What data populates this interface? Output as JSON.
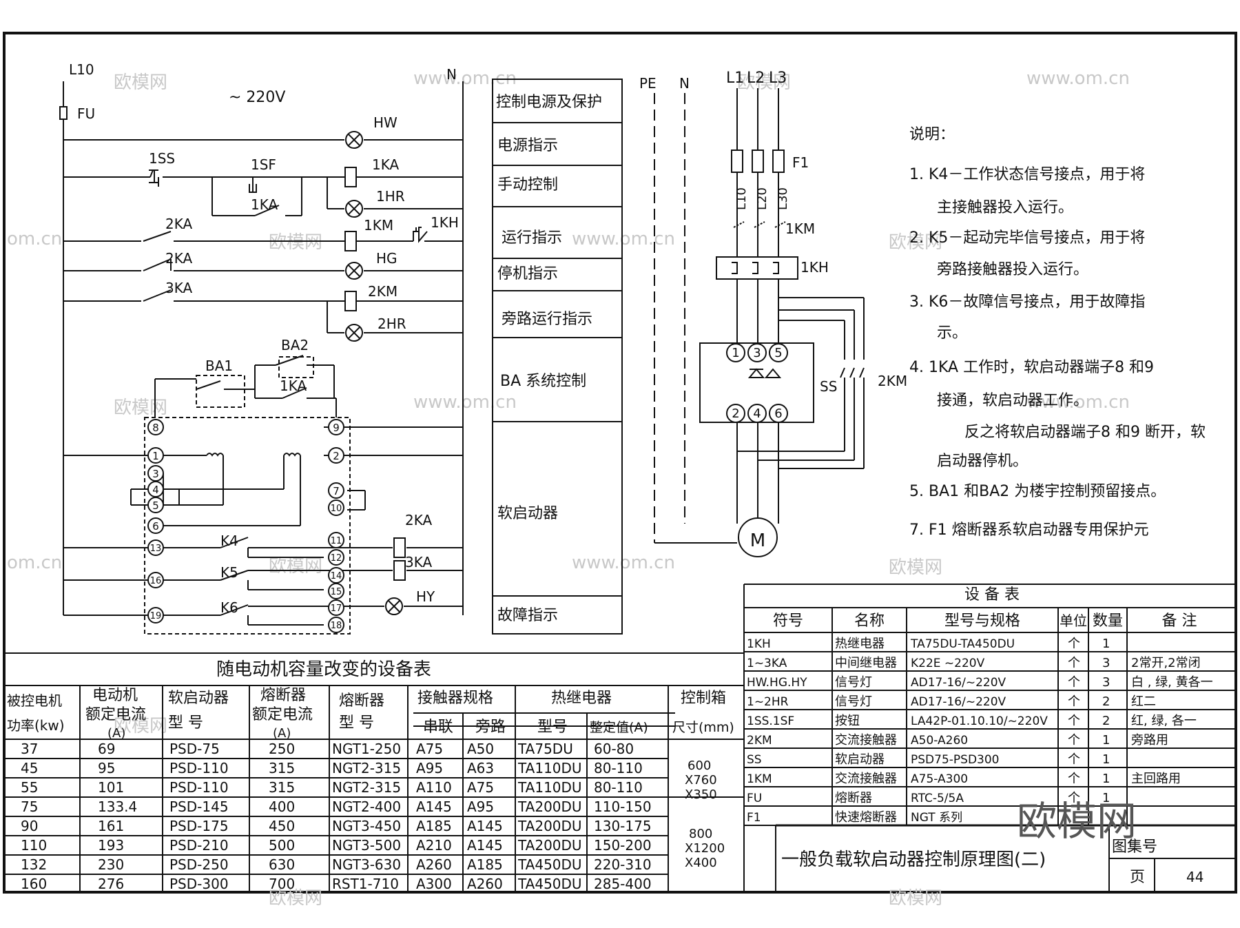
{
  "watermark": {
    "logo_text": "欧模网",
    "url_text": "www.om.cn",
    "corner_text": "om.cn"
  },
  "circuit": {
    "labels": {
      "L10": "L10",
      "N": "N",
      "FU": "FU",
      "voltage": "~ 220V",
      "HW": "HW",
      "1SS": "1SS",
      "1SF": "1SF",
      "1KA_coil": "1KA",
      "1KA_contact": "1KA",
      "1HR": "1HR",
      "2KA_1": "2KA",
      "1KM": "1KM",
      "1KH": "1KH",
      "2KA_2": "2KA",
      "HG": "HG",
      "3KA": "3KA",
      "2KM": "2KM",
      "2HR": "2HR",
      "BA1": "BA1",
      "BA2": "BA2",
      "1KA_ba": "1KA",
      "K4": "K4",
      "K5": "K5",
      "K6": "K6",
      "2KA_coil": "2KA",
      "3KA_coil": "3KA",
      "HY": "HY"
    },
    "terminals_left": [
      "8",
      "1",
      "3",
      "4",
      "5",
      "6",
      "13",
      "16",
      "19"
    ],
    "terminals_right": [
      "9",
      "2",
      "7",
      "10",
      "11",
      "12",
      "14",
      "15",
      "17",
      "18"
    ]
  },
  "function_column": {
    "items": [
      "控制电源及保护",
      "电源指示",
      "手动控制",
      "运行指示",
      "停机指示",
      "旁路运行指示",
      "BA 系统控制",
      "软启动器",
      "故障指示"
    ]
  },
  "main_circuit": {
    "labels": {
      "PE": "PE",
      "N": "N",
      "L1": "L1",
      "L2": "L2",
      "L3": "L3",
      "F1": "F1",
      "L10": "L10",
      "L20": "L20",
      "L30": "L30",
      "1KM": "1KM",
      "1KH": "1KH",
      "SS": "SS",
      "2KM": "2KM",
      "M": "M"
    },
    "soft_starter_terminals_top": [
      "1",
      "3",
      "5"
    ],
    "soft_starter_terminals_bottom": [
      "2",
      "4",
      "6"
    ]
  },
  "notes": {
    "title": "说明：",
    "lines": [
      "1.  K4－工作状态信号接点，用于将",
      "主接触器投入运行。",
      "2.  K5－起动完毕信号接点，用于将",
      "旁路接触器投入运行。",
      "3.  K6－故障信号接点，用于故障指",
      "示。",
      "4.  1KA 工作时，软启动器端子8 和9",
      "接通，软启动器工作。",
      "反之将软启动器端子8 和9 断开，软",
      "启动器停机。",
      "5.  BA1 和BA2 为楼宇控制预留接点。",
      "7.  F1       熔断器系软启动器专用保护元"
    ]
  },
  "capacity_table": {
    "title": "随电动机容量改变的设备表",
    "headers": {
      "motor_power": [
        "被控电机",
        "功率(kw)"
      ],
      "rated_current": [
        "电动机",
        "额定电流",
        "(A)"
      ],
      "soft_starter": [
        "软启动器",
        "型    号"
      ],
      "fuse_current": [
        "熔断器",
        "额定电流",
        "(A)"
      ],
      "fuse_model": [
        "熔断器",
        "型    号"
      ],
      "contactor": "接触器规格",
      "contactor_series": "串联",
      "contactor_bypass": "旁路",
      "thermal_relay": "热继电器",
      "thermal_model": "型号",
      "thermal_setting": "整定值(A)",
      "cabinet": "控制箱",
      "cabinet_size": "尺寸(mm)"
    },
    "rows": [
      [
        "37",
        "69",
        "PSD-75",
        "250",
        "NGT1-250",
        "A75",
        "A50",
        "TA75DU",
        "60-80"
      ],
      [
        "45",
        "95",
        "PSD-110",
        "315",
        "NGT2-315",
        "A95",
        "A63",
        "TA110DU",
        "80-110"
      ],
      [
        "55",
        "101",
        "PSD-110",
        "315",
        "NGT2-315",
        "A110",
        "A75",
        "TA110DU",
        "80-110"
      ],
      [
        "75",
        "133.4",
        "PSD-145",
        "400",
        "NGT2-400",
        "A145",
        "A95",
        "TA200DU",
        "110-150"
      ],
      [
        "90",
        "161",
        "PSD-175",
        "450",
        "NGT3-450",
        "A185",
        "A145",
        "TA200DU",
        "130-175"
      ],
      [
        "110",
        "193",
        "PSD-210",
        "500",
        "NGT3-500",
        "A210",
        "A145",
        "TA200DU",
        "150-200"
      ],
      [
        "132",
        "230",
        "PSD-250",
        "630",
        "NGT3-630",
        "A260",
        "A185",
        "TA450DU",
        "220-310"
      ],
      [
        "160",
        "276",
        "PSD-300",
        "700",
        "RST1-710",
        "A300",
        "A260",
        "TA450DU",
        "285-400"
      ]
    ],
    "cabinet_sizes": [
      [
        "600",
        "X760",
        "X350"
      ],
      [
        "800",
        "X1200",
        "X400"
      ]
    ]
  },
  "equipment_table": {
    "title": "设   备   表",
    "headers": [
      "符号",
      "名称",
      "型号与规格",
      "单位",
      "数量",
      "备    注"
    ],
    "rows": [
      [
        "1KH",
        "热继电器",
        "TA75DU-TA450DU",
        "个",
        "1",
        ""
      ],
      [
        "1~3KA",
        "中间继电器",
        "K22E  ~220V",
        "个",
        "3",
        "2常开,2常闭"
      ],
      [
        "HW.HG.HY",
        "信号灯",
        "AD17-16/~220V",
        "个",
        "3",
        "白  , 绿, 黄各一"
      ],
      [
        "1~2HR",
        "信号灯",
        "AD17-16/~220V",
        "个",
        "2",
        "红二"
      ],
      [
        "1SS.1SF",
        "按钮",
        "LA42P-01.10.10/~220V",
        "个",
        "2",
        "红, 绿, 各一"
      ],
      [
        "2KM",
        "交流接触器",
        "A50-A260",
        "个",
        "1",
        "旁路用"
      ],
      [
        "SS",
        "软启动器",
        "PSD75-PSD300",
        "个",
        "1",
        ""
      ],
      [
        "1KM",
        "交流接触器",
        "A75-A300",
        "个",
        "1",
        "主回路用"
      ],
      [
        "FU",
        "熔断器",
        "RTC-5/5A",
        "个",
        "1",
        ""
      ],
      [
        "F1",
        "快速熔断器",
        "NGT 系列",
        "",
        "",
        ""
      ]
    ]
  },
  "title_block": {
    "title": "一般负载软启动器控制原理图(二)",
    "atlas_label": "图集号",
    "page_label": "页",
    "page_number": "44"
  }
}
